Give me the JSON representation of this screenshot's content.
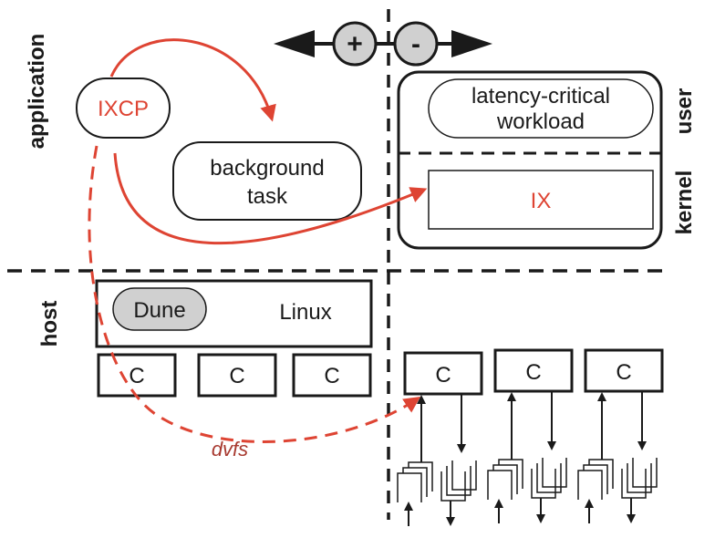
{
  "diagram": {
    "colors": {
      "accent": "#de4433",
      "dvfs_label": "#a83a30",
      "line": "#1a1a1a",
      "fill_gray": "#d0d0d0"
    },
    "region_labels": {
      "application": "application",
      "host": "host",
      "user": "user",
      "kernel": "kernel"
    },
    "controls": {
      "plus": "+",
      "minus": "-"
    },
    "nodes": {
      "ixcp": "IXCP",
      "background_task_line1": "background",
      "background_task_line2": "task",
      "latency_line1": "latency-critical",
      "latency_line2": "workload",
      "ix": "IX",
      "dune": "Dune",
      "linux": "Linux"
    },
    "host_cores": [
      "C",
      "C",
      "C"
    ],
    "ix_cores": [
      "C",
      "C",
      "C"
    ],
    "edges": [
      {
        "from": "IXCP",
        "to": "background task",
        "style": "solid"
      },
      {
        "from": "IXCP",
        "to": "IX",
        "style": "solid"
      },
      {
        "from": "IXCP",
        "to": "IX core",
        "style": "dashed",
        "label": "dvfs"
      }
    ]
  }
}
